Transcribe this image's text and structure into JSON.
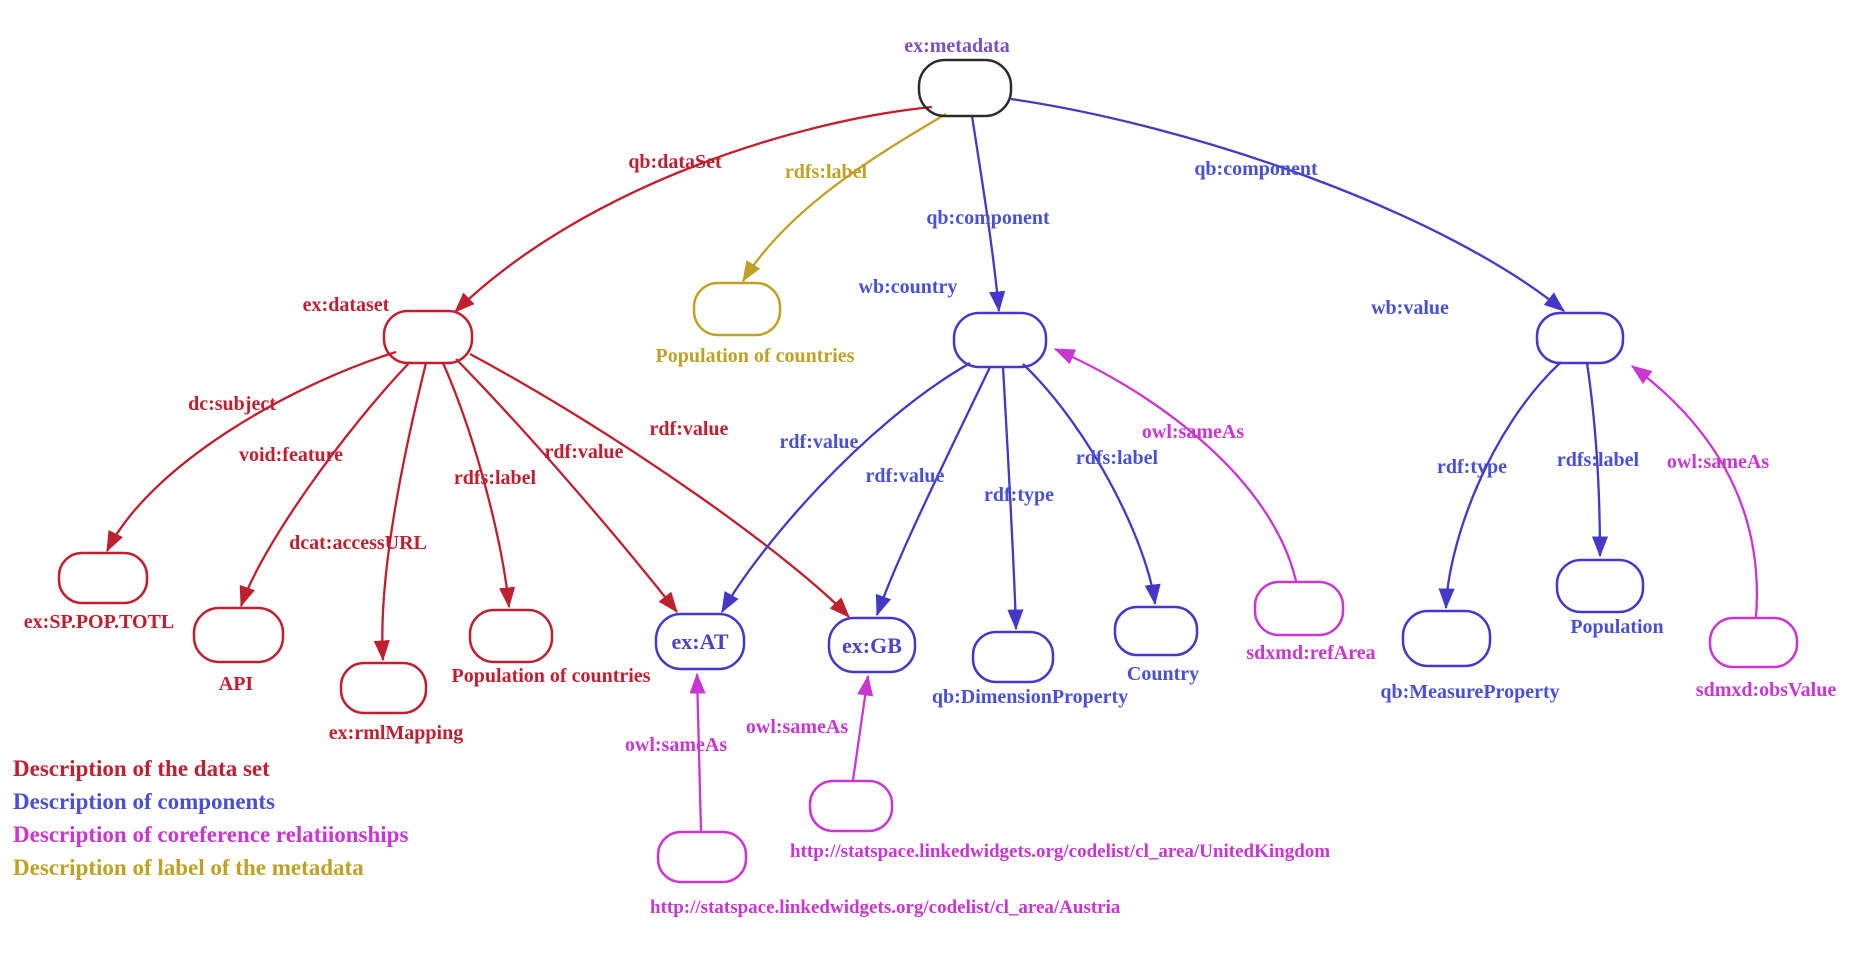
{
  "colors": {
    "red": "#c01f2f",
    "blue_stroke": "#4338c8",
    "blue_text": "#4950d8",
    "magenta": "#c936d2",
    "olive": "#bfa125",
    "purple": "#7b4fc9",
    "black_node": "#2b2b2b"
  },
  "nodes": {
    "metadata": {
      "label": "ex:metadata"
    },
    "dataset": {
      "label": "ex:dataset"
    },
    "label_literal": {
      "label": "Population of countries"
    },
    "wb_country": {
      "label": "wb:country"
    },
    "wb_value": {
      "label": "wb:value"
    },
    "sp_pop_totl": {
      "label": "ex:SP.POP.TOTL"
    },
    "api": {
      "label": "API"
    },
    "rml_mapping": {
      "label": "ex:rmlMapping"
    },
    "population_of_countries": {
      "label": "Population of countries"
    },
    "ex_at": {
      "label": "ex:AT"
    },
    "ex_gb": {
      "label": "ex:GB"
    },
    "dimension_property": {
      "label": "qb:DimensionProperty"
    },
    "country": {
      "label": "Country"
    },
    "ref_area": {
      "label": "sdxmd:refArea"
    },
    "measure_property": {
      "label": "qb:MeasureProperty"
    },
    "population": {
      "label": "Population"
    },
    "obs_value": {
      "label": "sdmxd:obsValue"
    },
    "austria_uri": {
      "label": "http://statspace.linkedwidgets.org/codelist/cl_area/Austria"
    },
    "uk_uri": {
      "label": "http://statspace.linkedwidgets.org/codelist/cl_area/UnitedKingdom"
    }
  },
  "edges": {
    "qb_dataset": "qb:dataSet",
    "rdfs_label_meta": "rdfs:label",
    "qb_component_mid": "qb:component",
    "qb_component_right": "qb:component",
    "dc_subject": "dc:subject",
    "void_feature": "void:feature",
    "dcat_access_url": "dcat:accessURL",
    "rdfs_label_dataset": "rdfs:label",
    "rdf_value_red_at": "rdf:value",
    "rdf_value_red_gb": "rdf:value",
    "rdf_value_blue_at": "rdf:value",
    "rdf_value_blue_gb": "rdf:value",
    "rdf_type_dim": "rdf:type",
    "rdfs_label_country": "rdfs:label",
    "owl_sameas_refarea": "owl:sameAs",
    "rdf_type_meas": "rdf:type",
    "rdfs_label_population": "rdfs:label",
    "owl_sameas_obsvalue": "owl:sameAs",
    "owl_sameas_austria": "owl:sameAs",
    "owl_sameas_uk": "owl:sameAs"
  },
  "legend": {
    "items": [
      {
        "label": "Description of the data set",
        "color": "#c01f2f"
      },
      {
        "label": "Description of components",
        "color": "#4950d8"
      },
      {
        "label": "Description of coreference relatiionships",
        "color": "#c936d2"
      },
      {
        "label": "Description of label of the metadata",
        "color": "#bfa125"
      }
    ]
  }
}
